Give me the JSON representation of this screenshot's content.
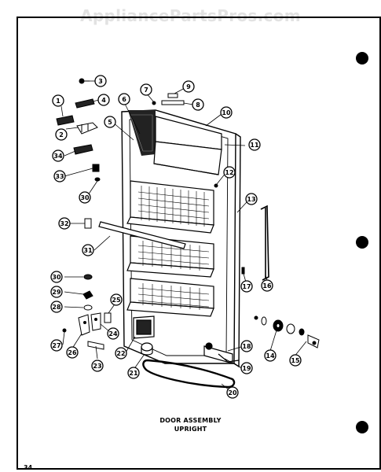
{
  "watermark": "AppliancePartsPros.com",
  "caption": {
    "line1": "DOOR ASSEMBLY",
    "line2": "UPRIGHT"
  },
  "page_number": "34",
  "callouts": [
    "1",
    "2",
    "3",
    "4",
    "5",
    "6",
    "7",
    "8",
    "9",
    "10",
    "11",
    "12",
    "13",
    "14",
    "15",
    "16",
    "17",
    "18",
    "19",
    "20",
    "21",
    "22",
    "23",
    "24",
    "25",
    "26",
    "27",
    "28",
    "29",
    "30",
    "30",
    "31",
    "32",
    "33",
    "34"
  ]
}
